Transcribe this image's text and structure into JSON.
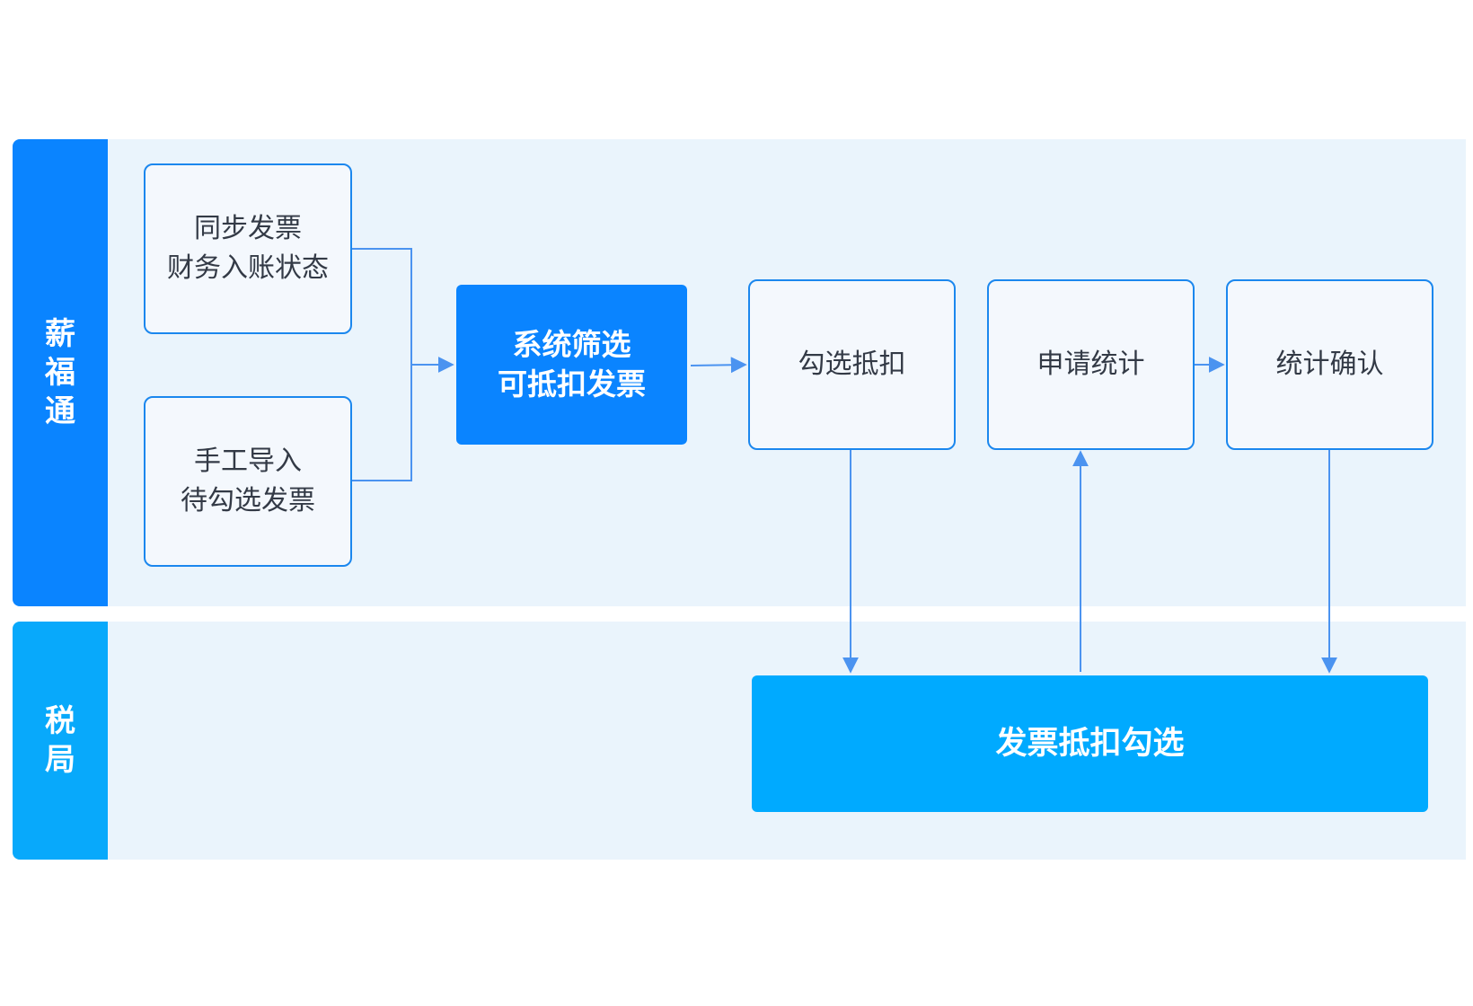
{
  "lanes": {
    "xinfutong": {
      "label": "薪福通"
    },
    "shuiju": {
      "label": "税局"
    }
  },
  "nodes": {
    "sync_invoice": "同步发票\n财务入账状态",
    "manual_import": "手工导入\n待勾选发票",
    "system_filter": "系统筛选\n可抵扣发票",
    "check_deduct": "勾选抵扣",
    "apply_stats": "申请统计",
    "confirm_stats": "统计确认",
    "tax_deduct_check": "发票抵扣勾选"
  },
  "colors": {
    "lane_background": "#eaf4fc",
    "xinfutong_header": "#0a84ff",
    "shuiju_header": "#08a9fb",
    "node_border": "#1b87ee",
    "filled_node": "#0a84ff",
    "wide_node": "#00aaff",
    "connector": "#4b93f0"
  }
}
